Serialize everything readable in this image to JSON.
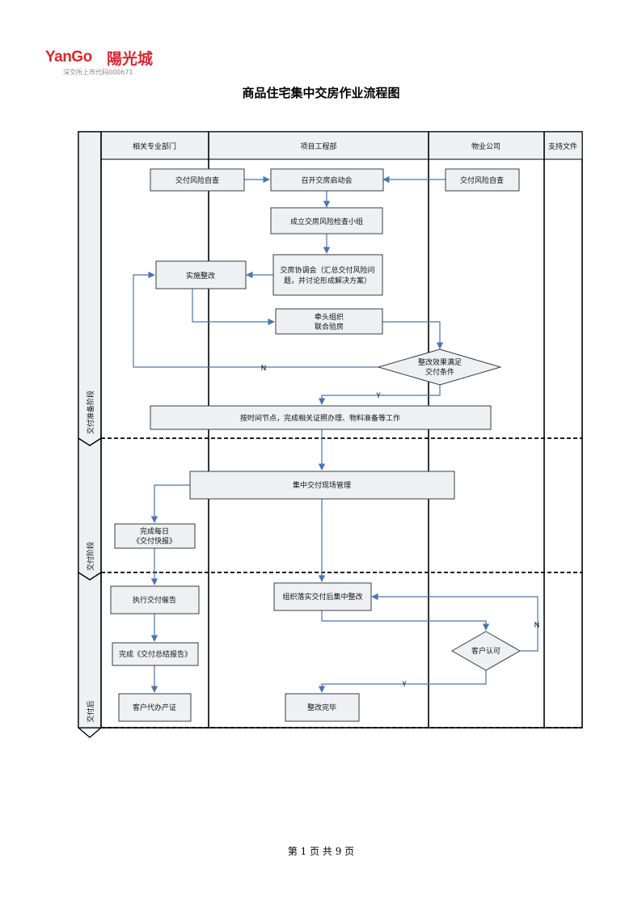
{
  "header": {
    "brand_latin": "YanGo",
    "brand_cn": "陽光城",
    "stock_code": "深交所上市代码000671"
  },
  "title": "商品住宅集中交房作业流程图",
  "columns": [
    "相关专业部门",
    "项目工程部",
    "物业公司",
    "支持文件"
  ],
  "phases": [
    "交付准备阶段",
    "交付阶段",
    "交付后"
  ],
  "nodes": {
    "n1": "交付风险自查",
    "n2": "召开交房启动会",
    "n3": "交付风险自查",
    "n4": "成立交房风险检查小组",
    "n5_l1": "交房协调会（汇总交付风险问",
    "n5_l2": "题，并讨论形成解决方案）",
    "n6": "实施整改",
    "n7_l1": "牵头组织",
    "n7_l2": "联合验房",
    "d1_l1": "整改效果满足",
    "d1_l2": "交付条件",
    "n8": "按时间节点，完成相关证照办理、物料准备等工作",
    "n9": "集中交付现场管理",
    "n10_l1": "完成每日",
    "n10_l2": "《交付快报》",
    "n11": "执行交付催告",
    "n12": "组织落实交付后集中整改",
    "n13": "完成《交付总结报告》",
    "d2": "客户认可",
    "n14": "客户代办产证",
    "n15": "整改完毕"
  },
  "labels": {
    "no1": "N",
    "yes1": "Y",
    "no2": "N",
    "yes2": "Y"
  },
  "footer": "第 1 页 共 9 页",
  "colors": {
    "flow": "#4a76b0",
    "brand": "#d8262e",
    "fill": "#eef0f3"
  }
}
